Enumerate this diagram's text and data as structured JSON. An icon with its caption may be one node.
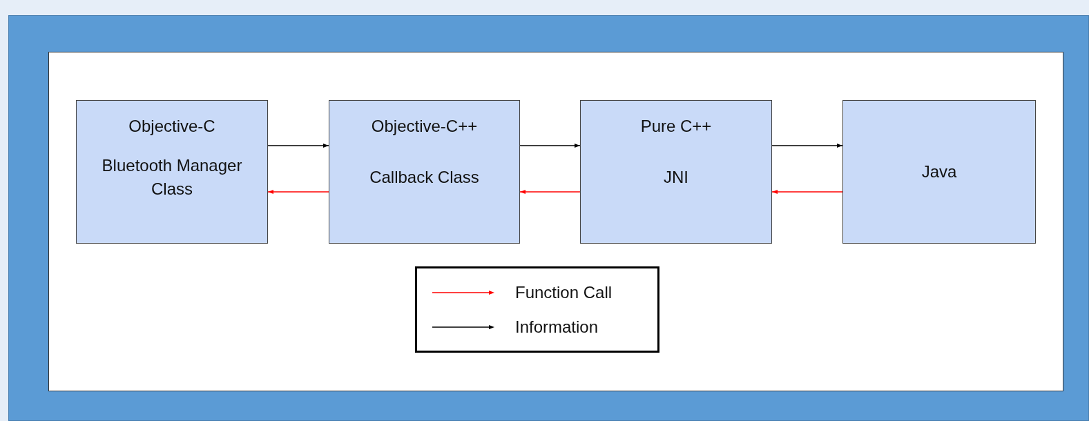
{
  "diagram": {
    "nodes": [
      {
        "text": [
          "Objective-C",
          "Bluetooth Manager Class"
        ]
      },
      {
        "text": [
          "Objective-C++",
          "Callback Class"
        ]
      },
      {
        "text": [
          "Pure C++",
          "JNI"
        ]
      },
      {
        "text": [
          "Java"
        ]
      }
    ],
    "edges": [
      {
        "from": 0,
        "to": 1,
        "arrow": "to"
      },
      {
        "from": 1,
        "to": 2,
        "arrow": "to"
      },
      {
        "from": 2,
        "to": 3,
        "arrow": "to"
      },
      {
        "from": 1,
        "to": 0,
        "arrow": "to",
        "color": "#ff0000"
      },
      {
        "from": 2,
        "to": 1,
        "arrow": "to",
        "color": "#ff0000"
      },
      {
        "from": 3,
        "to": 2,
        "arrow": "to",
        "color": "#ff0000"
      }
    ],
    "legend": [
      {
        "text": "Function Call"
      },
      {
        "text": "Information"
      }
    ]
  }
}
